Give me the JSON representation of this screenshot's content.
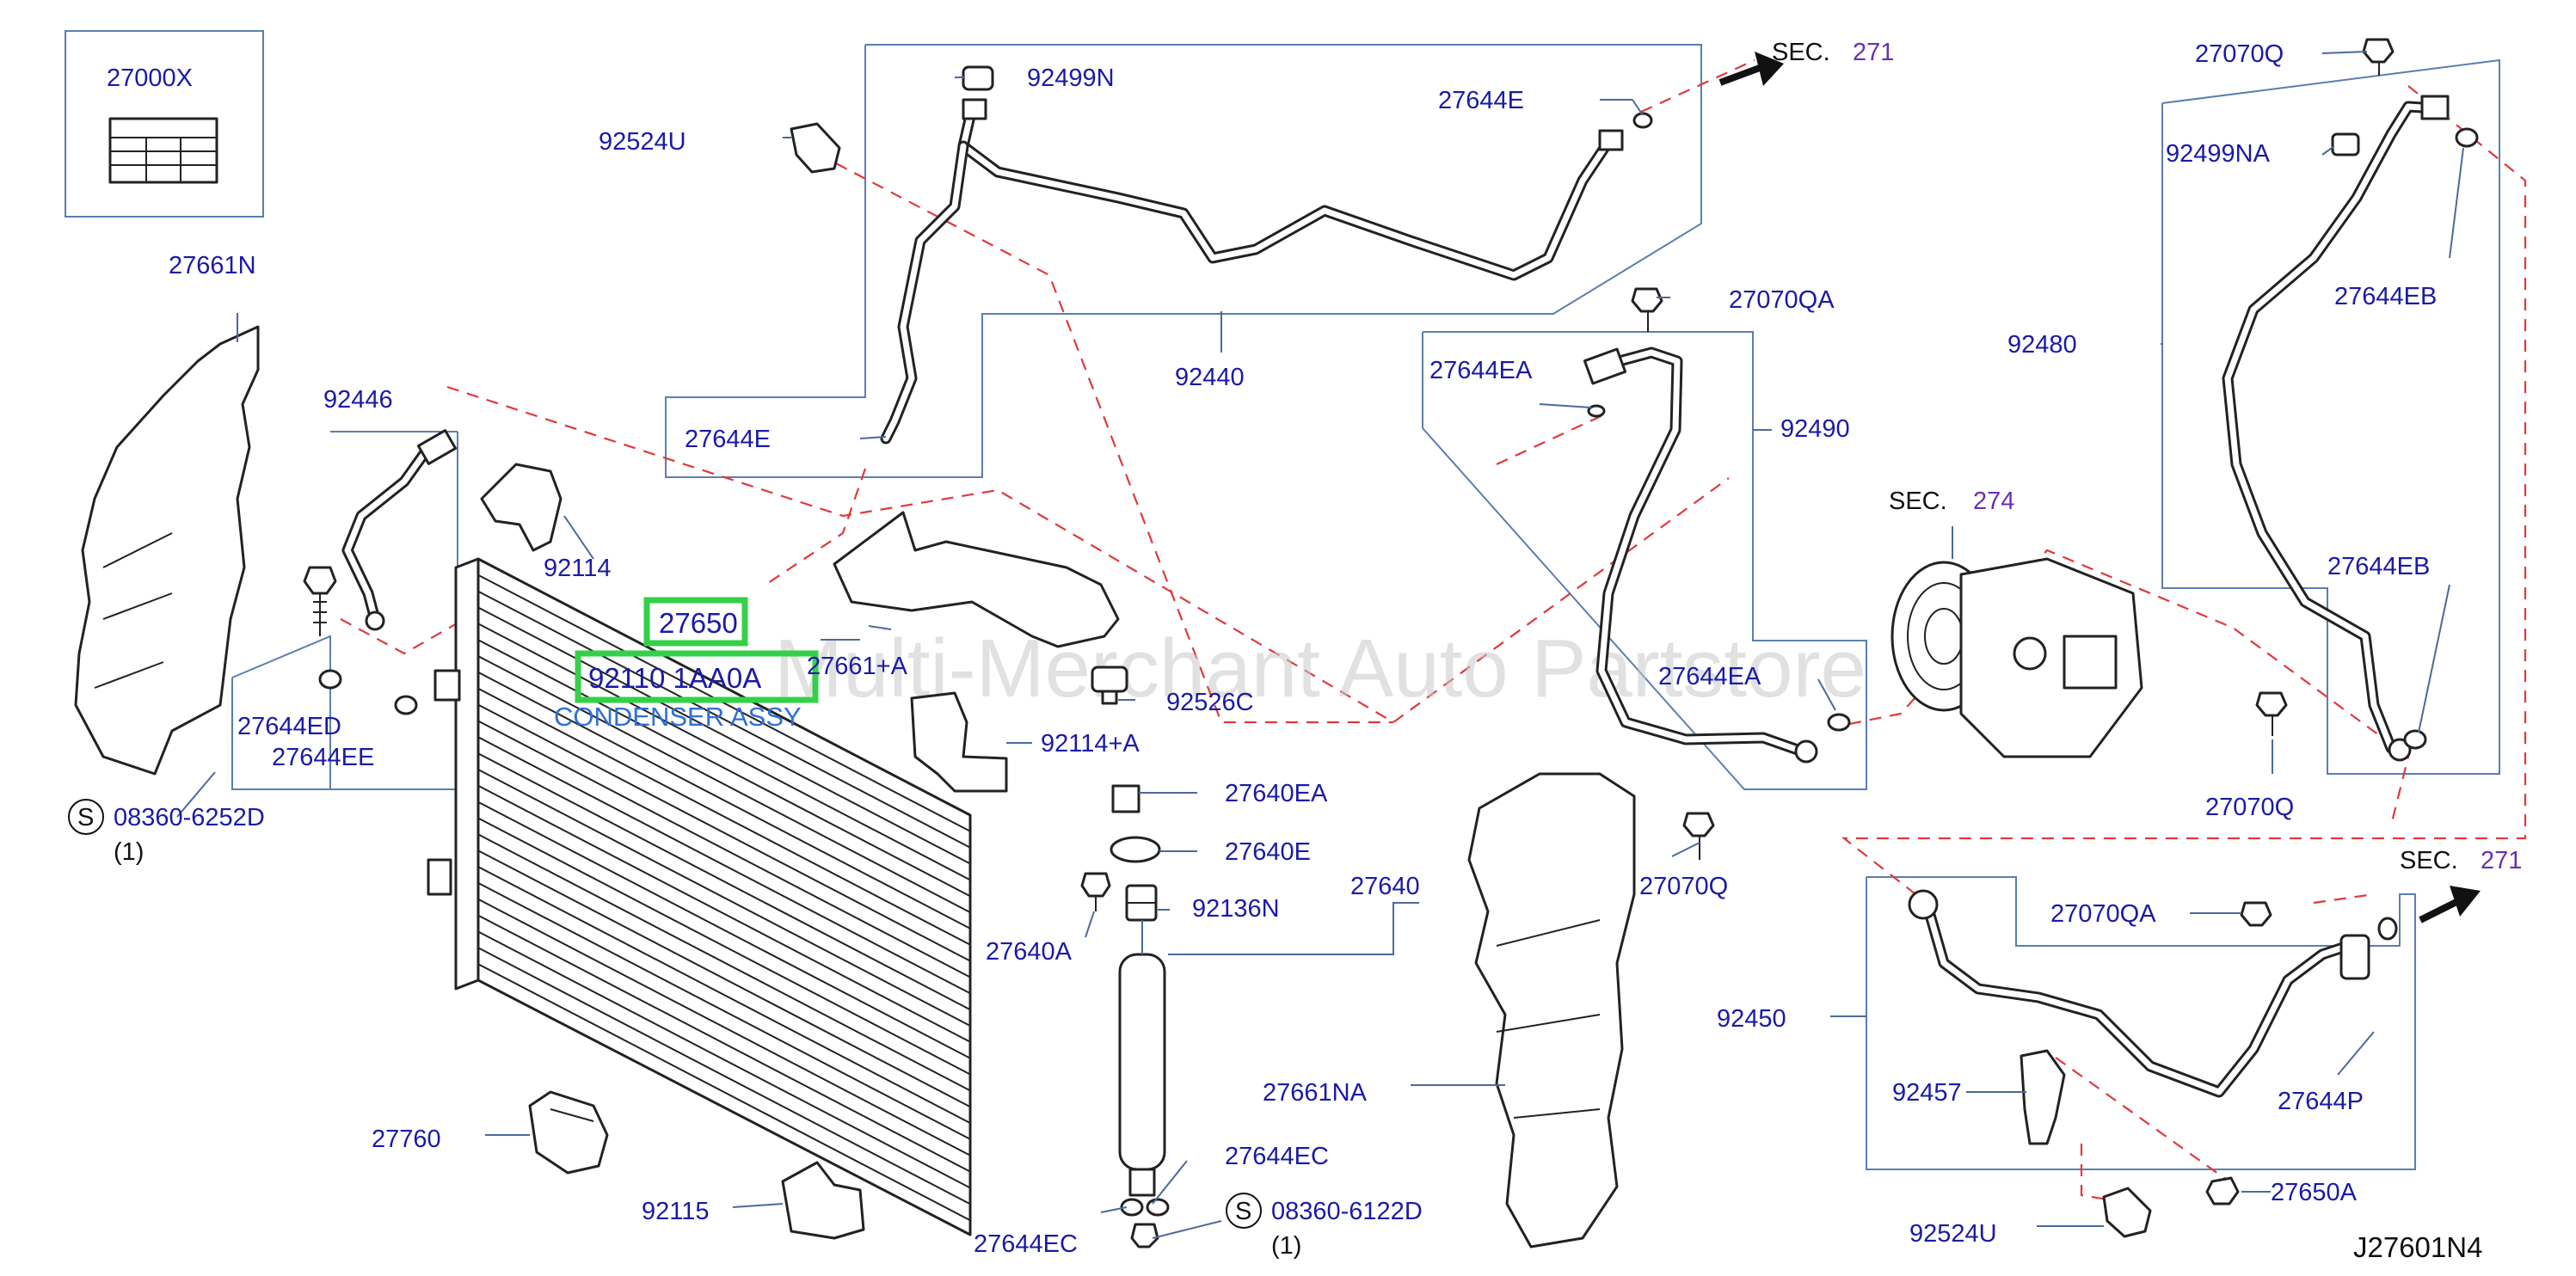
{
  "diagram": {
    "code": "J27601N4",
    "watermark": "Multi-Merchant Auto Partstore",
    "highlighted": {
      "part_number": "92110 1AA0A",
      "ref": "27650",
      "description": "CONDENSER ASSY"
    },
    "sections": {
      "sec_label": "SEC.",
      "sec_271_top": "271",
      "sec_274": "274",
      "sec_271_right": "271"
    },
    "screws": {
      "symbol": "S",
      "s1_part": "08360-6252D",
      "s1_qty": "(1)",
      "s2_part": "08360-6122D",
      "s2_qty": "(1)"
    },
    "labels": {
      "p27000X": "27000X",
      "p27661N": "27661N",
      "p92446": "92446",
      "p27644ED": "27644ED",
      "p27644EE": "27644EE",
      "p92524U_top": "92524U",
      "p92499N": "92499N",
      "p27644E_top": "27644E",
      "p92440": "92440",
      "p27644E_mid": "27644E",
      "p92114": "92114",
      "p27661A": "27661+A",
      "p92526C": "92526C",
      "p92114A": "92114+A",
      "p27640EA": "27640EA",
      "p27640E": "27640E",
      "p27640": "27640",
      "p92136N": "92136N",
      "p27640A": "27640A",
      "p27644EC_r": "27644EC",
      "p27644EC_l": "27644EC",
      "p27760": "27760",
      "p92115": "92115",
      "p27070QA_top": "27070QA",
      "p27644EA_top": "27644EA",
      "p92490": "92490",
      "p27644EA_mid": "27644EA",
      "p27070Q_mid": "27070Q",
      "p27661NA": "27661NA",
      "p27070Q_top": "27070Q",
      "p92499NA": "92499NA",
      "p27644EB_top": "27644EB",
      "p92480": "92480",
      "p27644EB_mid": "27644EB",
      "p27070Q_right": "27070Q",
      "p27070QA_low": "27070QA",
      "p92450": "92450",
      "p92457": "92457",
      "p27644P": "27644P",
      "p27650A": "27650A",
      "p92524U_bot": "92524U"
    },
    "colors": {
      "label": "#1a1aa8",
      "highlight": "#35d04a",
      "leader": "#4a6a9a",
      "dashed": "#e0393b"
    }
  }
}
